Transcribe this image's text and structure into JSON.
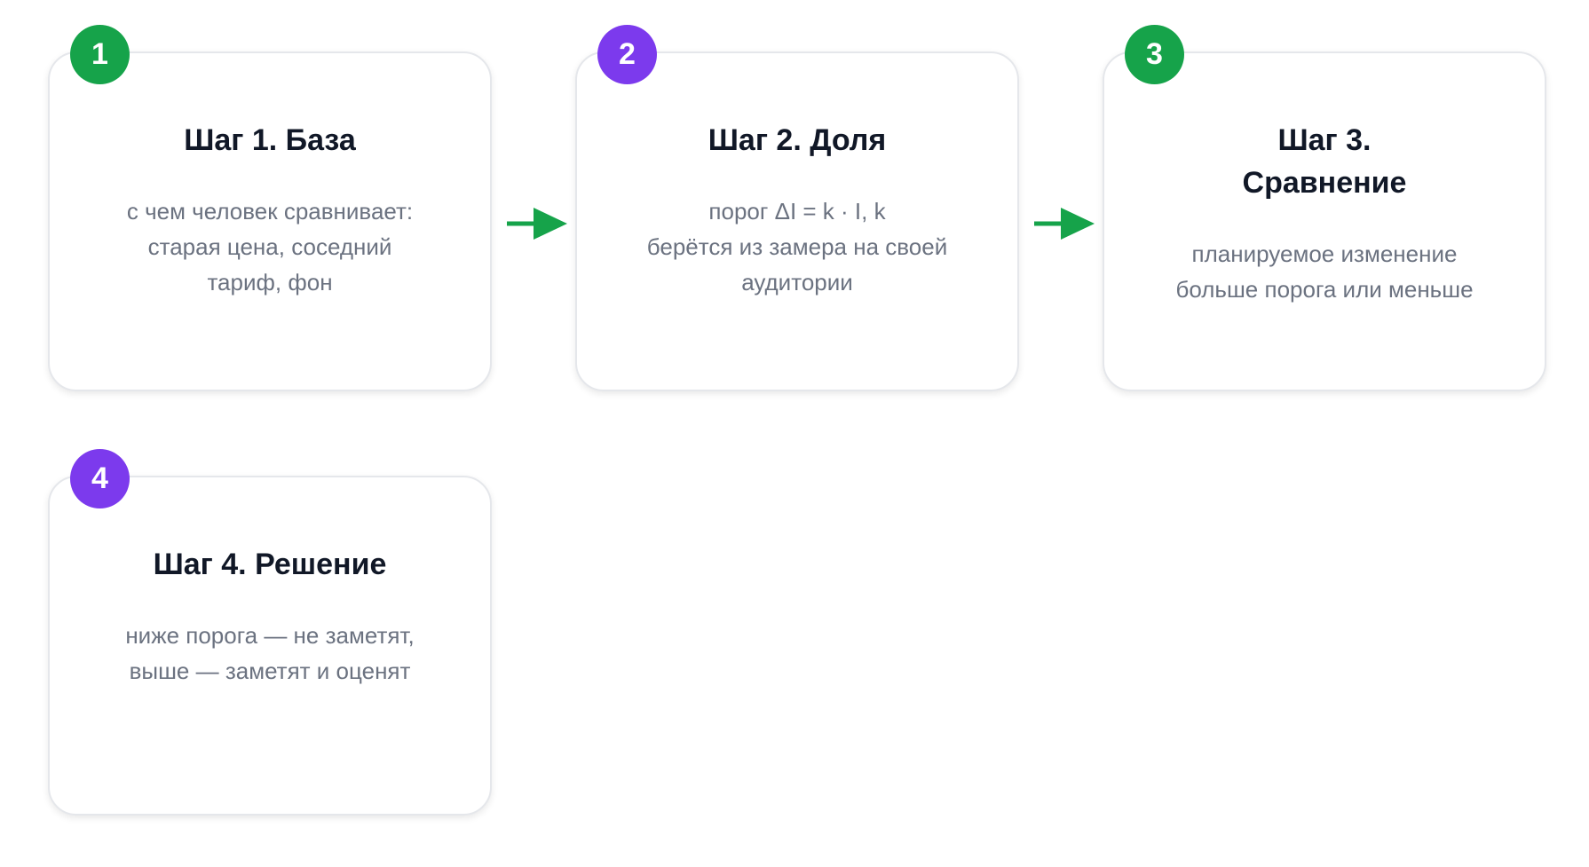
{
  "steps": [
    {
      "number": "1",
      "title": "Шаг 1. База",
      "text_lines": [
        "с чем человек сравнивает:",
        "старая цена, соседний",
        "тариф, фон"
      ],
      "badge_color": "#16a34a"
    },
    {
      "number": "2",
      "title": "Шаг 2. Доля",
      "text_lines": [
        "порог ΔI = k · I, k",
        "берётся из замера на своей",
        "аудитории"
      ],
      "badge_color": "#7c3aed"
    },
    {
      "number": "3",
      "title_lines": [
        "Шаг 3.",
        "Сравнение"
      ],
      "text_lines": [
        "планируемое изменение",
        "больше порога или меньше"
      ],
      "badge_color": "#16a34a"
    },
    {
      "number": "4",
      "title": "Шаг 4. Решение",
      "text_lines": [
        "ниже порога — не заметят,",
        "выше — заметят и оценят"
      ],
      "badge_color": "#7c3aed"
    }
  ],
  "colors": {
    "arrow": "#16a34a",
    "card_border": "#e5e7eb",
    "title": "#111827",
    "text": "#6b7280"
  },
  "icons": {
    "connector": "arrow-right-icon"
  }
}
